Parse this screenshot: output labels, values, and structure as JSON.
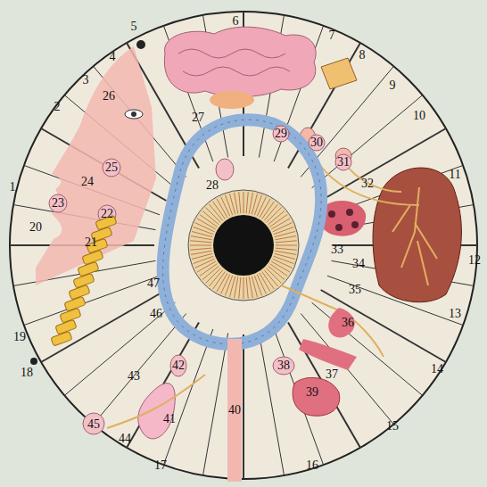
{
  "diagram": {
    "labels": [
      "1",
      "2",
      "3",
      "4",
      "5",
      "6",
      "7",
      "8",
      "9",
      "10",
      "11",
      "12",
      "13",
      "14",
      "15",
      "16",
      "17",
      "18",
      "19",
      "20",
      "21",
      "22",
      "23",
      "24",
      "25",
      "26",
      "27",
      "28",
      "29",
      "30",
      "31",
      "32",
      "33",
      "34",
      "35",
      "36",
      "37",
      "38",
      "39",
      "40",
      "41",
      "42",
      "43",
      "44",
      "45",
      "46",
      "47"
    ]
  }
}
